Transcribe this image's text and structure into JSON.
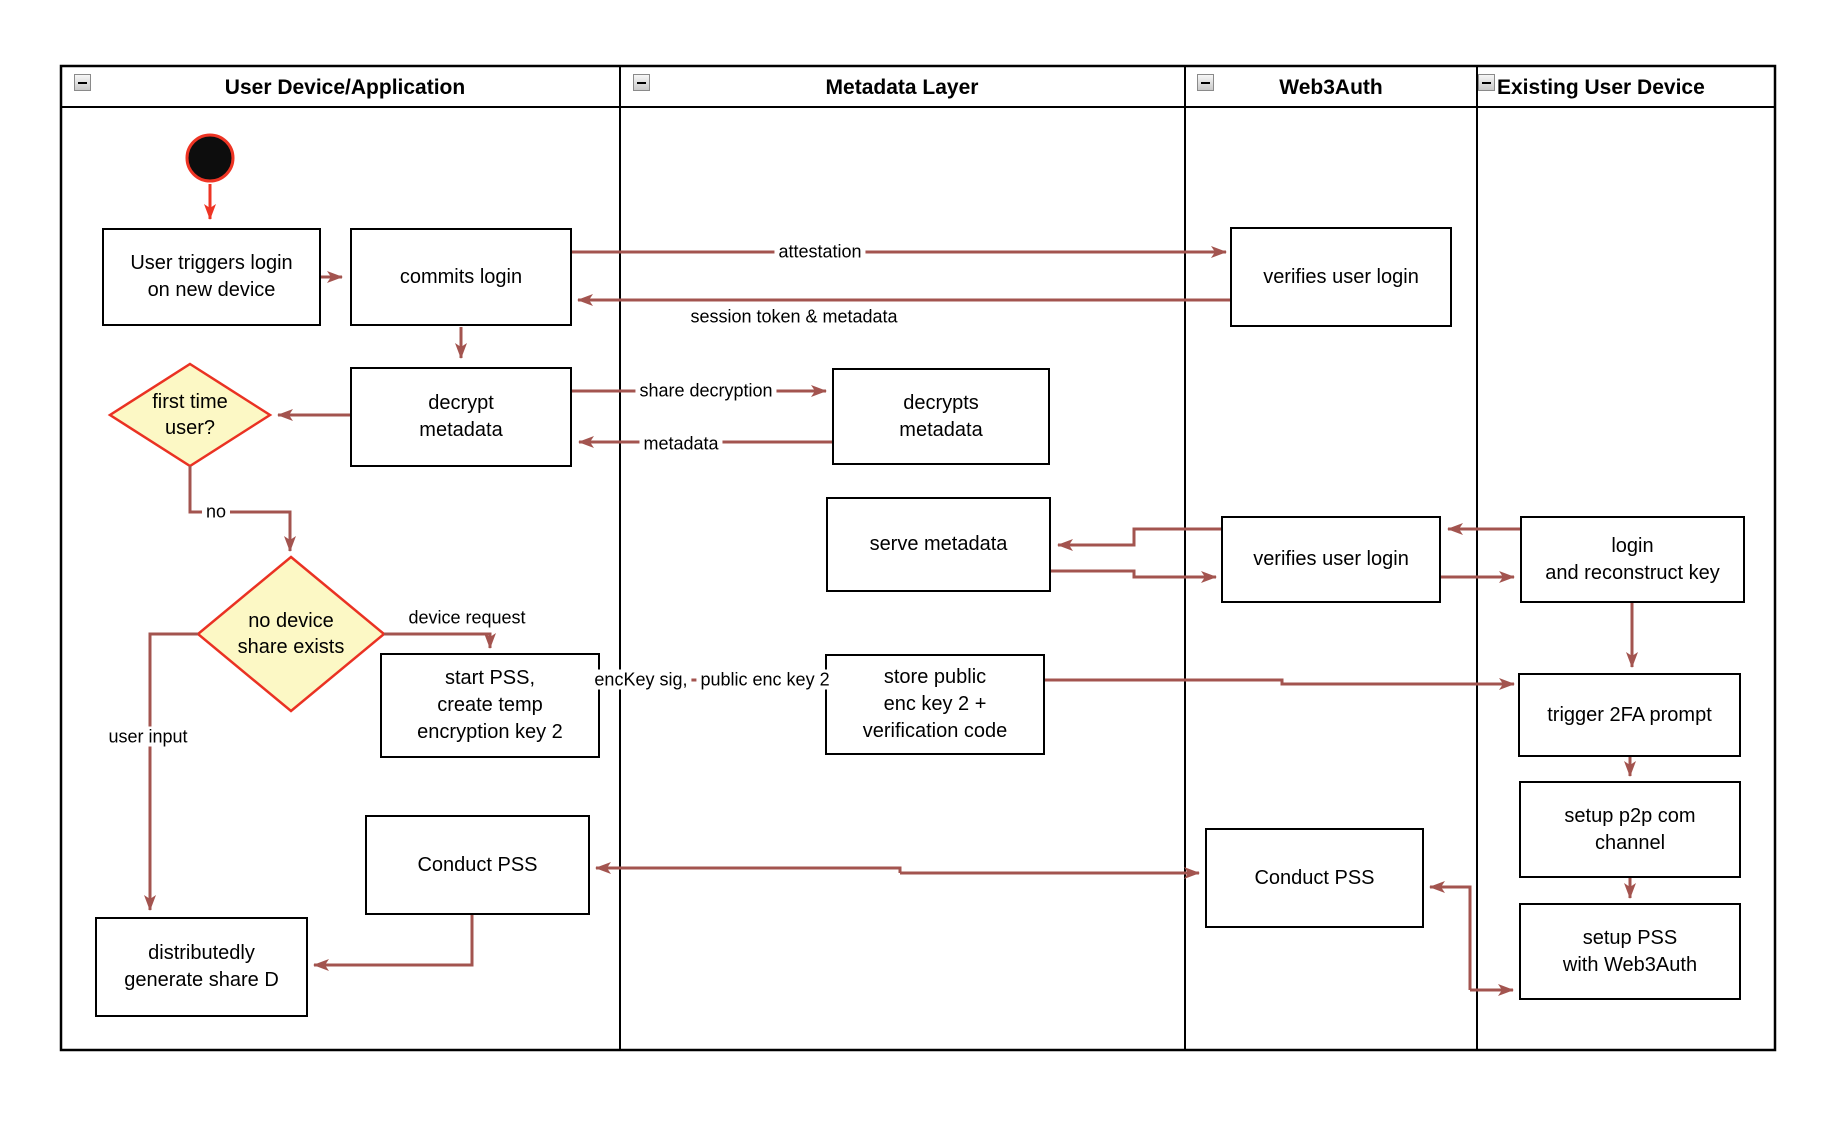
{
  "lanes": [
    {
      "title": "User Device/Application"
    },
    {
      "title": "Metadata Layer"
    },
    {
      "title": "Web3Auth"
    },
    {
      "title": "Existing User Device"
    }
  ],
  "nodes": {
    "user_triggers_login": [
      "User triggers login",
      "on new device"
    ],
    "commits_login": [
      "commits login"
    ],
    "decrypt_metadata": [
      "decrypt",
      "metadata"
    ],
    "first_time_user": [
      "first time",
      "user?"
    ],
    "no_device_share": [
      "no device",
      "share exists"
    ],
    "start_pss": [
      "start PSS,",
      "create temp",
      "encryption key 2"
    ],
    "conduct_pss_user": [
      "Conduct PSS"
    ],
    "distributedly_generate": [
      "distributedly",
      "generate share D"
    ],
    "decrypts_metadata": [
      "decrypts",
      "metadata"
    ],
    "serve_metadata": [
      "serve metadata"
    ],
    "store_public": [
      "store public",
      "enc key 2 +",
      "verification code"
    ],
    "verifies_user_login_top": [
      "verifies user login"
    ],
    "verifies_user_login_mid": [
      "verifies user login"
    ],
    "conduct_pss_web3auth": [
      "Conduct PSS"
    ],
    "login_reconstruct": [
      "login",
      "and reconstruct key"
    ],
    "trigger_2fa": [
      "trigger 2FA prompt"
    ],
    "setup_p2p": [
      "setup p2p com",
      "channel"
    ],
    "setup_pss": [
      "setup PSS",
      "with Web3Auth"
    ]
  },
  "edge_labels": {
    "attestation": "attestation",
    "session_token": "session token & metadata",
    "share_decryption": "share decryption",
    "metadata": "metadata",
    "no": "no",
    "device_request": "device request",
    "enckey": [
      "encKey sig,",
      "public enc key 2"
    ],
    "user_input": "user input"
  },
  "colors": {
    "arrow": "#A3544F",
    "accent_red": "#EE3424",
    "diamond_fill": "#FCF8C5",
    "diamond_stroke": "#EA3223",
    "box_border": "#000000"
  }
}
